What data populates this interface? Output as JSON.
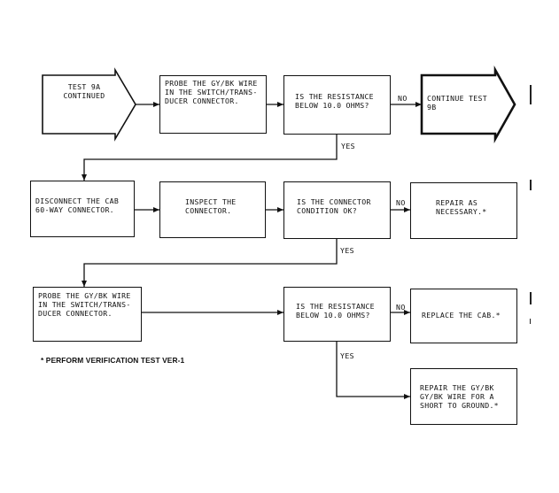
{
  "flowchart": {
    "start": {
      "line1": "TEST 9A",
      "line2": "CONTINUED"
    },
    "row1": {
      "probe": {
        "line1": "PROBE THE GY/BK WIRE",
        "line2": "IN THE SWITCH/TRANS-",
        "line3": "DUCER CONNECTOR."
      },
      "decision": {
        "line1": "IS THE RESISTANCE",
        "line2": "BELOW 10.0 OHMS?"
      },
      "no_label": "NO",
      "yes_label": "YES",
      "continue": {
        "line1": "CONTINUE TEST",
        "line2": "9B"
      }
    },
    "row2": {
      "disconnect": {
        "line1": "DISCONNECT THE CAB",
        "line2": "60-WAY CONNECTOR."
      },
      "inspect": {
        "line1": "INSPECT THE",
        "line2": "CONNECTOR."
      },
      "decision": {
        "line1": "IS THE CONNECTOR",
        "line2": "CONDITION OK?"
      },
      "no_label": "NO",
      "yes_label": "YES",
      "repair": {
        "line1": "REPAIR AS",
        "line2": "NECESSARY.*"
      }
    },
    "row3": {
      "probe": {
        "line1": "PROBE THE GY/BK WIRE",
        "line2": "IN THE SWITCH/TRANS-",
        "line3": "DUCER CONNECTOR."
      },
      "decision": {
        "line1": "IS THE RESISTANCE",
        "line2": "BELOW 10.0 OHMS?"
      },
      "no_label": "NO",
      "yes_label": "YES",
      "replace": {
        "line1": "REPLACE THE CAB.*"
      },
      "repair": {
        "line1": "REPAIR THE GY/BK",
        "line2": "GY/BK WIRE FOR A",
        "line3": "SHORT TO GROUND.*"
      }
    },
    "note": "* PERFORM VERIFICATION TEST VER-1"
  }
}
